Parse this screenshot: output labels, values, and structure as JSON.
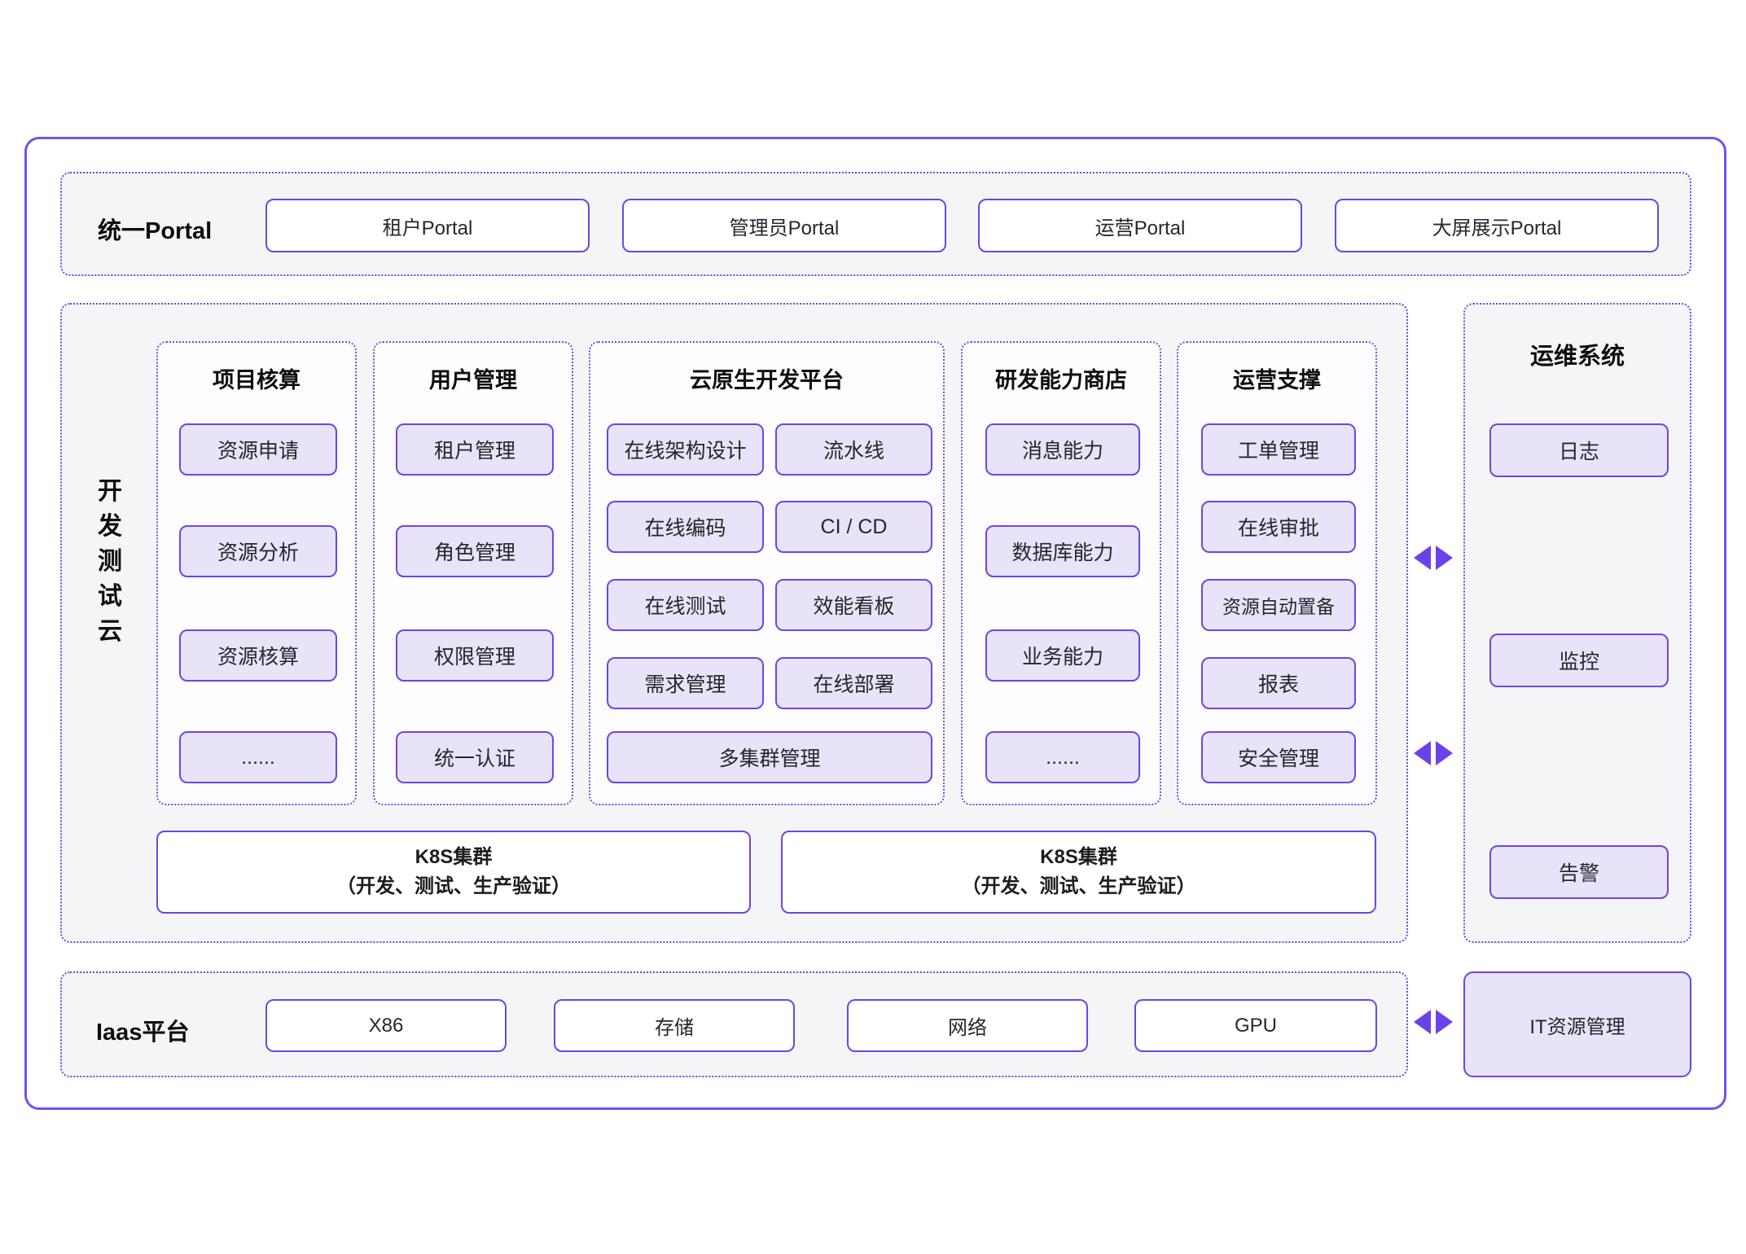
{
  "colors": {
    "accent_border": "#6a47e6",
    "dotted_border": "#6d4ae4",
    "outer_border": "#7450ee",
    "lavender_fill": "#e8e3f8",
    "section_bg": "#f5f5f8",
    "arrow": "#6a43e8"
  },
  "portal": {
    "label": "统一Portal",
    "items": [
      "租户Portal",
      "管理员Portal",
      "运营Portal",
      "大屏展示Portal"
    ]
  },
  "dev": {
    "vertical_label": "开发测试云",
    "columns": [
      {
        "title": "项目核算",
        "items": [
          "资源申请",
          "资源分析",
          "资源核算",
          "......"
        ]
      },
      {
        "title": "用户管理",
        "items": [
          "租户管理",
          "角色管理",
          "权限管理",
          "统一认证"
        ]
      },
      {
        "title": "云原生开发平台",
        "left_items": [
          "在线架构设计",
          "在线编码",
          "在线测试",
          "需求管理"
        ],
        "right_items": [
          "流水线",
          "CI / CD",
          "效能看板",
          "在线部署"
        ],
        "bottom_item": "多集群管理"
      },
      {
        "title": "研发能力商店",
        "items": [
          "消息能力",
          "数据库能力",
          "业务能力",
          "......"
        ]
      },
      {
        "title": "运营支撑",
        "items": [
          "工单管理",
          "在线审批",
          "资源自动置备",
          "报表",
          "安全管理"
        ]
      }
    ],
    "k8s_clusters": [
      {
        "line1": "K8S集群",
        "line2": "（开发、测试、生产验证）"
      },
      {
        "line1": "K8S集群",
        "line2": "（开发、测试、生产验证）"
      }
    ]
  },
  "ops": {
    "title": "运维系统",
    "items": [
      "日志",
      "监控",
      "告警"
    ]
  },
  "iaas": {
    "label": "Iaas平台",
    "items": [
      "X86",
      "存储",
      "网络",
      "GPU"
    ]
  },
  "it_box": {
    "label": "IT资源管理"
  }
}
